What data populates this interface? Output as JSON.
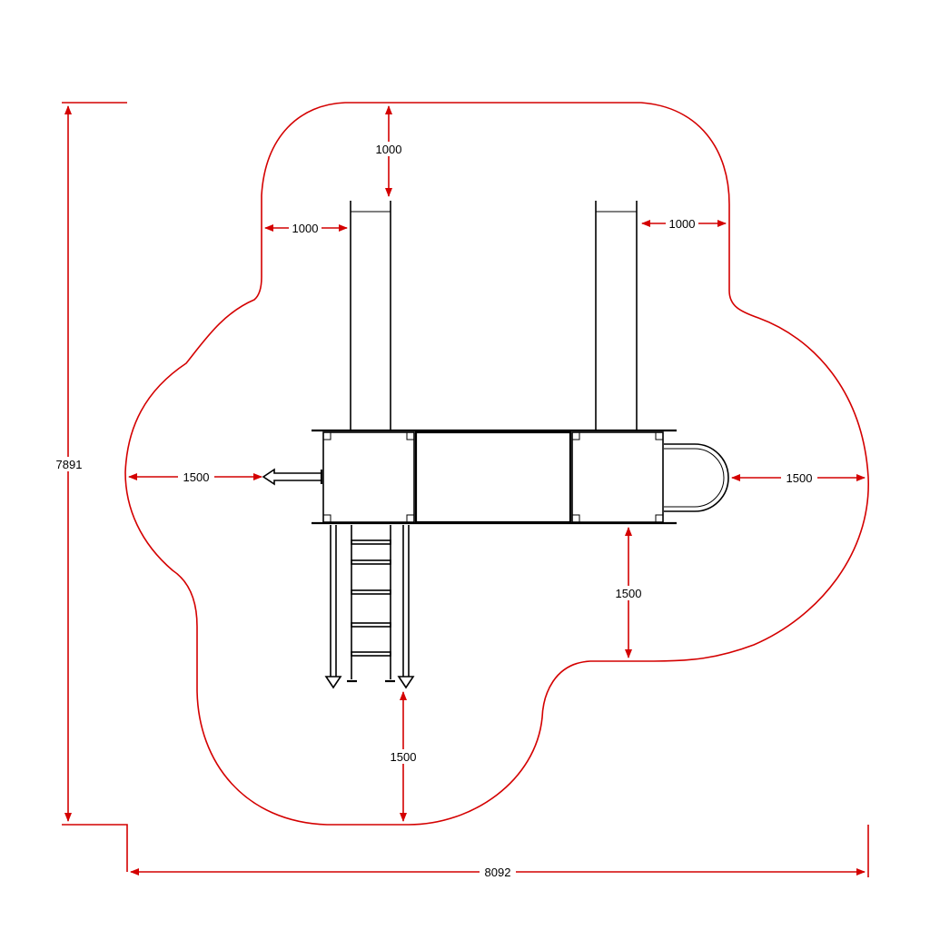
{
  "dimensions": {
    "overall_height": "7891",
    "overall_width": "8092",
    "top_clearance": "1000",
    "left_upper_clearance": "1000",
    "right_upper_clearance": "1000",
    "left_clearance": "1500",
    "right_clearance": "1500",
    "lower_right_clearance": "1500",
    "bottom_clearance": "1500"
  },
  "colors": {
    "safety_zone": "#d40000",
    "equipment": "#000000"
  }
}
